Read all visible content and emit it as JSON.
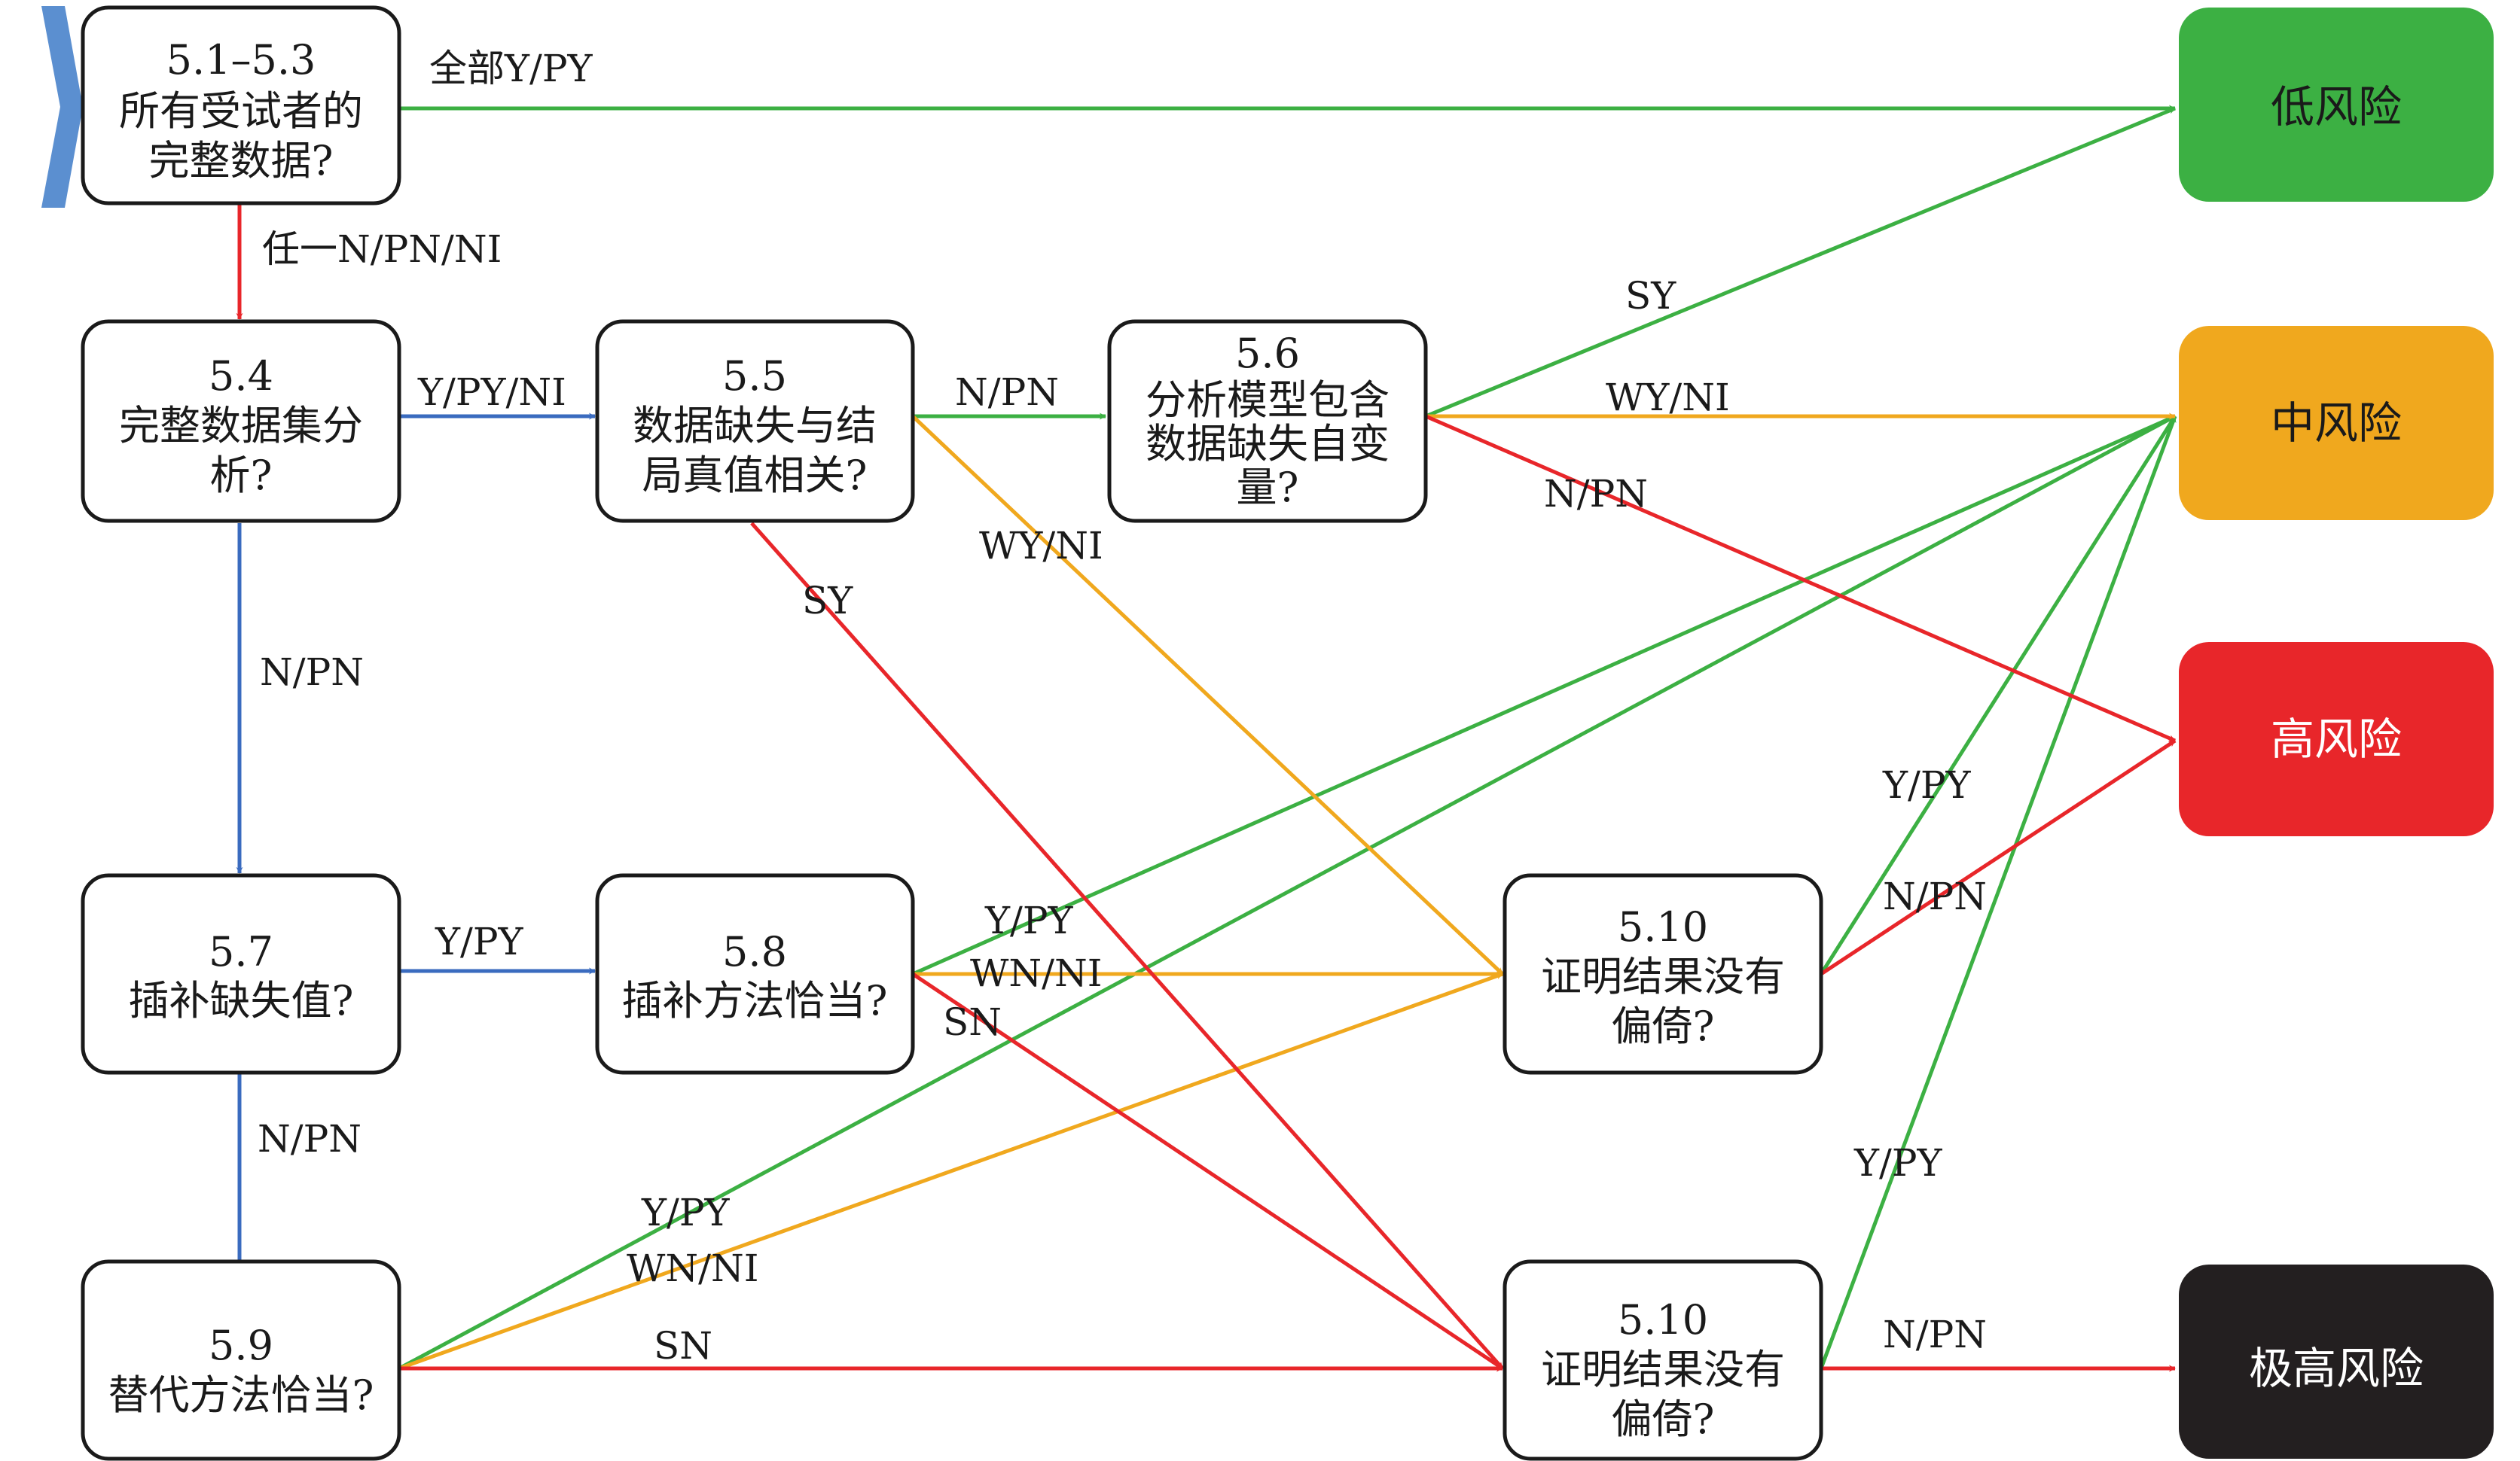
{
  "colors": {
    "green": "#3cb043",
    "yellow": "#f0a81e",
    "red": "#e8262a",
    "blue": "#3a6bbf",
    "black": "#231f20",
    "chevron": "#5b8fd0"
  },
  "nodes": {
    "n51": {
      "id": "5.1–5.3",
      "lines": [
        "所有受试者的",
        "完整数据?"
      ]
    },
    "n54": {
      "id": "5.4",
      "lines": [
        "完整数据集分",
        "析?"
      ]
    },
    "n55": {
      "id": "5.5",
      "lines": [
        "数据缺失与结",
        "局真值相关?"
      ]
    },
    "n56": {
      "id": "5.6",
      "lines": [
        "分析模型包含",
        "数据缺失自变",
        "量?"
      ]
    },
    "n57": {
      "id": "5.7",
      "lines": [
        "插补缺失值?"
      ]
    },
    "n58": {
      "id": "5.8",
      "lines": [
        "插补方法恰当?"
      ]
    },
    "n59": {
      "id": "5.9",
      "lines": [
        "替代方法恰当?"
      ]
    },
    "n510a": {
      "id": "5.10",
      "lines": [
        "证明结果没有",
        "偏倚?"
      ]
    },
    "n510b": {
      "id": "5.10",
      "lines": [
        "证明结果没有",
        "偏倚?"
      ]
    }
  },
  "risks": {
    "low": "低风险",
    "mid": "中风险",
    "high": "高风险",
    "vhigh": "极高风险"
  },
  "edge_labels": {
    "e51_low": "全部Y/PY",
    "e51_54": "任一N/PN/NI",
    "e54_55": "Y/PY/NI",
    "e54_57": "N/PN",
    "e55_56": "N/PN",
    "e55_510a": "WY/NI",
    "e55_510b": "SY",
    "e56_low": "SY",
    "e56_mid": "WY/NI",
    "e56_high": "N/PN",
    "e57_58": "Y/PY",
    "e57_59": "N/PN",
    "e58_mid": "Y/PY",
    "e58_510a": "WN/NI",
    "e58_510b": "SN",
    "e59_mid": "Y/PY",
    "e59_510a": "WN/NI",
    "e59_510b": "SN",
    "e510a_mid": "Y/PY",
    "e510a_high": "N/PN",
    "e510b_mid": "Y/PY",
    "e510b_vhigh": "N/PN"
  }
}
